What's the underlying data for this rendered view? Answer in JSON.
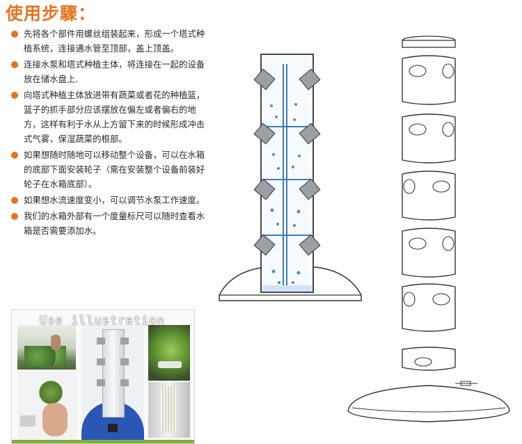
{
  "title": "使用步驟：",
  "steps": [
    "先将各个部件用螺丝组装起来，形成一个塔式种植系统，连接通水管至顶部，盖上顶盖。",
    "连接水泵和塔式种植主体，将连接在一起的设备放在储水盘上.",
    "向塔式种植主体放进带有蔬菜或者花的种植篮，篮子的抓手部分应该摆放在偏左或者偏右的地方，这样有利于水从上方留下来的时候形成冲击式气雾，保湿蔬菜的根部。",
    "如果想随时随地可以移动整个设备，可以在水箱的底部下面安装轮子（需在安装整个设备前装好轮子在水箱底部）。",
    "如果想水流速度变小，可以调节水泵工作速度。",
    "我们的水箱外部有一个度量标尺可以随时查看水箱是否需要添加水。"
  ],
  "illustration": {
    "caption": "Use illustration"
  },
  "colors": {
    "accent": "#e8731f",
    "water": "#4a90c8",
    "line": "#333333",
    "bar": "#7fae3a"
  },
  "icons": {
    "bullet": "orange-dot-icon",
    "pump": "pump-icon"
  }
}
